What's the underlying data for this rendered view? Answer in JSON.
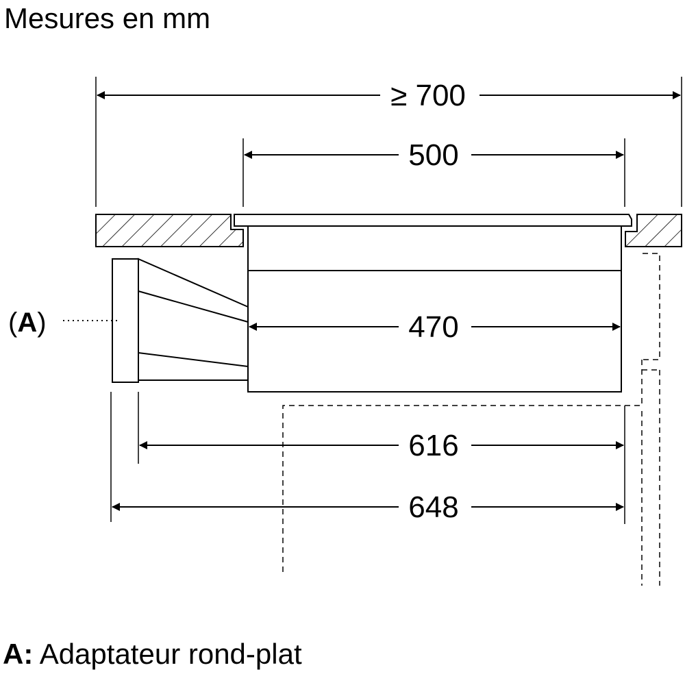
{
  "title": "Mesures en mm",
  "dimensions": {
    "overall_min": "≥ 700",
    "cutout": "500",
    "body": "470",
    "to_adapter_back": "616",
    "to_adapter_front": "648"
  },
  "callout": {
    "open": "(",
    "letter": "A",
    "close": ")"
  },
  "legend": {
    "key": "A:",
    "text": "Adaptateur rond-plat"
  }
}
